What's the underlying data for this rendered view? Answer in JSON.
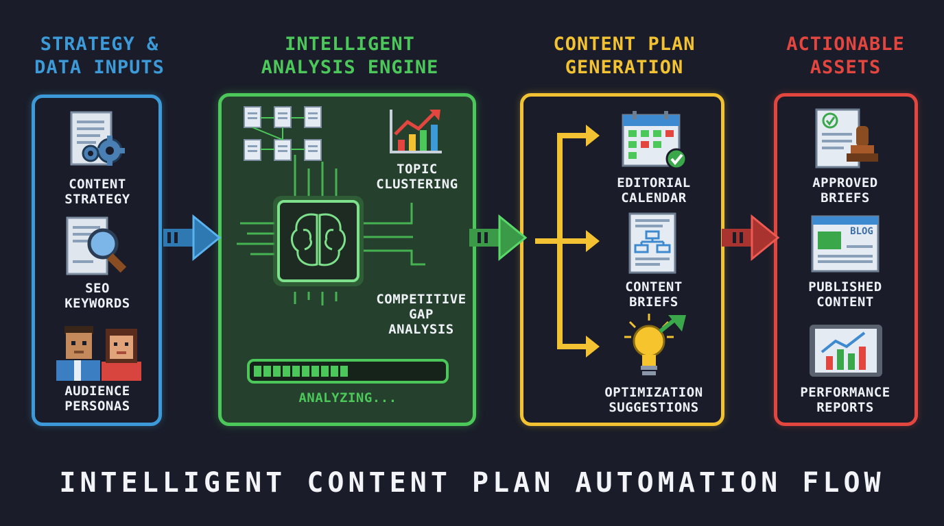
{
  "columns": [
    {
      "id": "inputs",
      "heading": "STRATEGY &\nDATA INPUTS",
      "color": "#3d9ad8"
    },
    {
      "id": "engine",
      "heading": "INTELLIGENT\nANALYSIS ENGINE",
      "color": "#4cc85a"
    },
    {
      "id": "plan",
      "heading": "CONTENT PLAN\nGENERATION",
      "color": "#f2c232"
    },
    {
      "id": "assets",
      "heading": "ACTIONABLE\nASSETS",
      "color": "#e2463f"
    }
  ],
  "inputs": {
    "items": [
      {
        "label": "CONTENT\nSTRATEGY",
        "icon": "document-gears-icon"
      },
      {
        "label": "SEO\nKEYWORDS",
        "icon": "magnifier-document-icon"
      },
      {
        "label": "AUDIENCE\nPERSONAS",
        "icon": "people-icon"
      }
    ]
  },
  "engine": {
    "topic_label": "TOPIC\nCLUSTERING",
    "gap_label": "COMPETITIVE\nGAP\nANALYSIS",
    "status": "ANALYZING...",
    "progress": 0.5
  },
  "plan": {
    "items": [
      {
        "label": "EDITORIAL\nCALENDAR",
        "icon": "calendar-check-icon"
      },
      {
        "label": "CONTENT\nBRIEFS",
        "icon": "brief-document-icon"
      },
      {
        "label": "OPTIMIZATION\nSUGGESTIONS",
        "icon": "lightbulb-arrow-icon"
      }
    ]
  },
  "assets": {
    "items": [
      {
        "label": "APPROVED\nBRIEFS",
        "icon": "stamped-document-icon"
      },
      {
        "label": "PUBLISHED\nCONTENT",
        "icon": "blog-window-icon",
        "badge": "BLOG"
      },
      {
        "label": "PERFORMANCE\nREPORTS",
        "icon": "report-tablet-icon"
      }
    ]
  },
  "footer": "INTELLIGENT CONTENT PLAN AUTOMATION FLOW"
}
